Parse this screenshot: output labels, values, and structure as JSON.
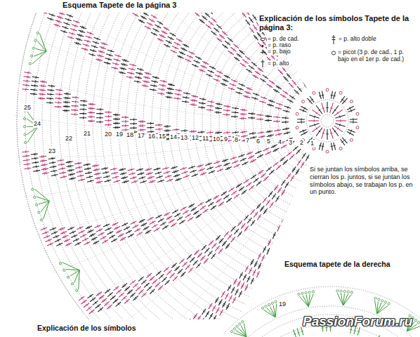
{
  "diagram": {
    "title": "Esquema Tapete de la página 3",
    "labels": [
      "Explicación de los símbolos Tapete de la página 3:",
      "Si se juntan los símbolos arriba, se cierran los p. juntos, si se juntan los símbolos abajo, se trabajan los p. en un punto.",
      "Esquema tapete de la derecha",
      "Explicación de los símbolos",
      "1",
      "2",
      "3",
      "4",
      "5",
      "6",
      "7",
      "8",
      "9",
      "10",
      "11",
      "12",
      "13",
      "14",
      "15",
      "16",
      "17",
      "18",
      "19",
      "20",
      "21",
      "22",
      "23",
      "24",
      "25",
      "19",
      "PassionForum.ru"
    ],
    "legend": [
      {
        "text": "= p. de cad."
      },
      {
        "text": "= p. raso"
      },
      {
        "text": "= p. bajo"
      },
      {
        "text": "= p. alto"
      },
      {
        "text": "= p. alto doble"
      },
      {
        "text": "= picot (3 p. de cad., 1 p. bajo en el 1er p. de cad.)"
      }
    ]
  }
}
